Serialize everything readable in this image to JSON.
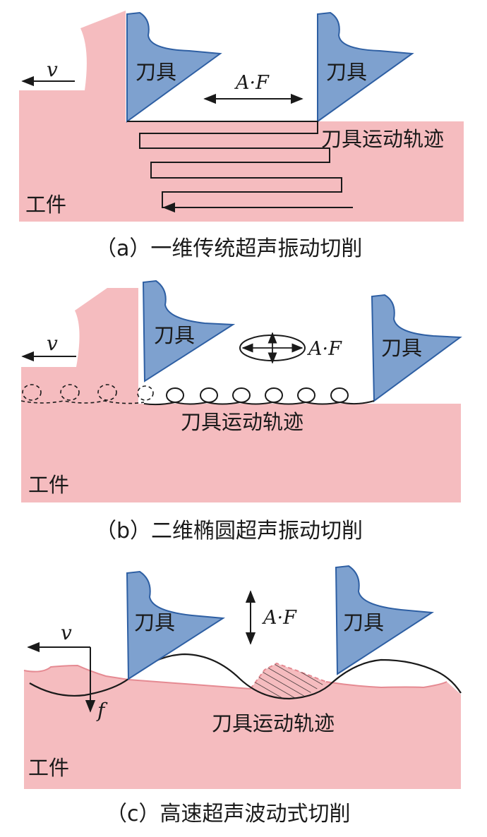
{
  "panel_a": {
    "caption": "（a）一维传统超声振动切削",
    "tool_label": "刀具",
    "workpiece_label": "工件",
    "trajectory_label": "刀具运动轨迹",
    "velocity_label": "v",
    "amp_freq_label": "A·F"
  },
  "panel_b": {
    "caption": "（b）二维椭圆超声振动切削",
    "tool_label": "刀具",
    "workpiece_label": "工件",
    "trajectory_label": "刀具运动轨迹",
    "velocity_label": "v",
    "amp_freq_label": "A·F"
  },
  "panel_c": {
    "caption": "（c）高速超声波动式切削",
    "tool_label": "刀具",
    "workpiece_label": "工件",
    "trajectory_label": "刀具运动轨迹",
    "velocity_label": "v",
    "feed_label": "f",
    "amp_freq_label": "A·F"
  },
  "colors": {
    "workpiece": "#f5bcbf",
    "workpiece_edge": "#e58a92",
    "tool_fill": "#7ea1cf",
    "tool_stroke": "#2e5fa3",
    "line": "#1a1a1a"
  }
}
